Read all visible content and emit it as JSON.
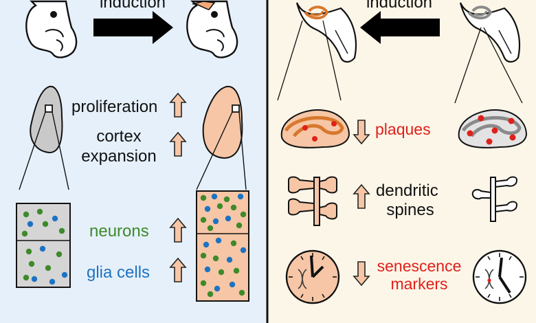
{
  "left_panel": {
    "background": "#e6f0fb",
    "top_label": "induction",
    "labels": {
      "proliferation": "proliferation",
      "cortex_line1": "cortex",
      "cortex_line2": "expansion",
      "neurons": "neurons",
      "glia": "glia cells"
    },
    "colors": {
      "neurons": "#3d8a2a",
      "glia": "#1d73c2",
      "organ": "#f6c6a6",
      "outline": "#111111",
      "embryo_fill": "#e3e3e3"
    }
  },
  "right_panel": {
    "background": "#fcf6e8",
    "top_label": "induction",
    "labels": {
      "plaques": "plaques",
      "dendritic_line1": "dendritic",
      "dendritic_line2": "spines",
      "senescence_line1": "senescence",
      "senescence_line2": "markers"
    },
    "colors": {
      "red": "#e0201a",
      "orange_band": "#d8782e",
      "grey_band": "#8a8a8a"
    }
  },
  "arrows": {
    "left_panel_arrows": [
      "up",
      "up",
      "up",
      "up"
    ],
    "right_panel_arrows": [
      "down",
      "up",
      "down"
    ]
  },
  "divider_color": "#111111"
}
